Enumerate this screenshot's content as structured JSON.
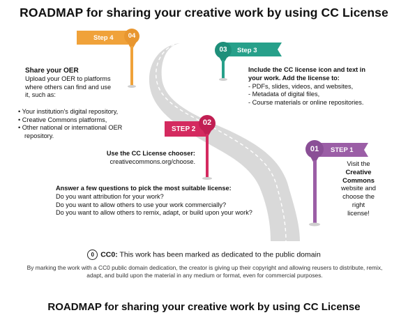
{
  "title": "ROADMAP for sharing your creative work by using CC License",
  "caption": "ROADMAP for sharing your creative work by using CC License",
  "colors": {
    "step1": "#9b5ea6",
    "step2": "#d42a5f",
    "step3": "#27a08a",
    "step4": "#f0a23a",
    "road": "#d9d9d9"
  },
  "steps": [
    {
      "num": "01",
      "label": "STEP 1",
      "text_lines": [
        "Visit the",
        "Creative",
        "Commons",
        "website and",
        "choose the",
        "right",
        "license!"
      ]
    },
    {
      "num": "02",
      "label": "STEP 2",
      "chooser_title": "Use the CC License chooser:",
      "chooser_url": "creativecommons.org/choose.",
      "questions_title": "Answer a few questions to pick the most suitable license:",
      "questions": [
        "Do you want attribution for your work?",
        "Do you want to allow others to use your work commercially?",
        "Do you want to allow others to remix, adapt, or build upon your work?"
      ]
    },
    {
      "num": "03",
      "label": "Step 3",
      "intro_lines": [
        "Include the CC license icon and text in",
        "your work. Add the license to:"
      ],
      "items": [
        "- PDFs, slides, videos, and websites,",
        "- Metadata of digital files,",
        "- Course materials or online repositories."
      ]
    },
    {
      "num": "04",
      "label": "Step 4",
      "heading": "Share your OER",
      "intro_lines": [
        "Upload your OER to platforms",
        "where others can find and use",
        "it, such as:"
      ],
      "items": [
        "Your institution's digital repository,",
        "Creative Commons platforms,",
        "Other national or international OER repository."
      ]
    }
  ],
  "cc0": {
    "icon": "cc0-icon",
    "icon_text": "0",
    "label": "CC0:",
    "text": "This work has been marked as dedicated to the public domain",
    "desc": "By marking the work with a CC0 public domain dedication, the creator is giving up their copyright and allowing reusers to distribute, remix, adapt, and build upon the material in any medium or format, even for commercial purposes."
  }
}
